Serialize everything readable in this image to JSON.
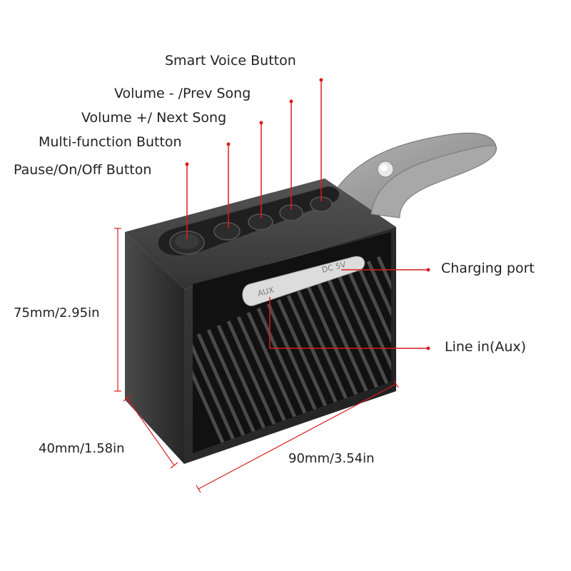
{
  "labels": {
    "smart_voice": "Smart Voice Button",
    "volume_minus": "Volume - /Prev Song",
    "volume_plus": "Volume +/ Next Song",
    "multi_function": "Multi-function Button",
    "pause_on_off": "Pause/On/Off Button",
    "charging_port": "Charging port",
    "line_in": "Line in(Aux)"
  },
  "ports": {
    "aux": "AUX",
    "dc": "DC 5V"
  },
  "dimensions": {
    "height": "75mm/2.95in",
    "depth": "40mm/1.58in",
    "width": "90mm/3.54in"
  },
  "colors": {
    "callout": "#d81e1e",
    "speaker_body": "#2a2a2a",
    "strap": "#9a9a9a",
    "port_cover": "#dcdcdc"
  }
}
